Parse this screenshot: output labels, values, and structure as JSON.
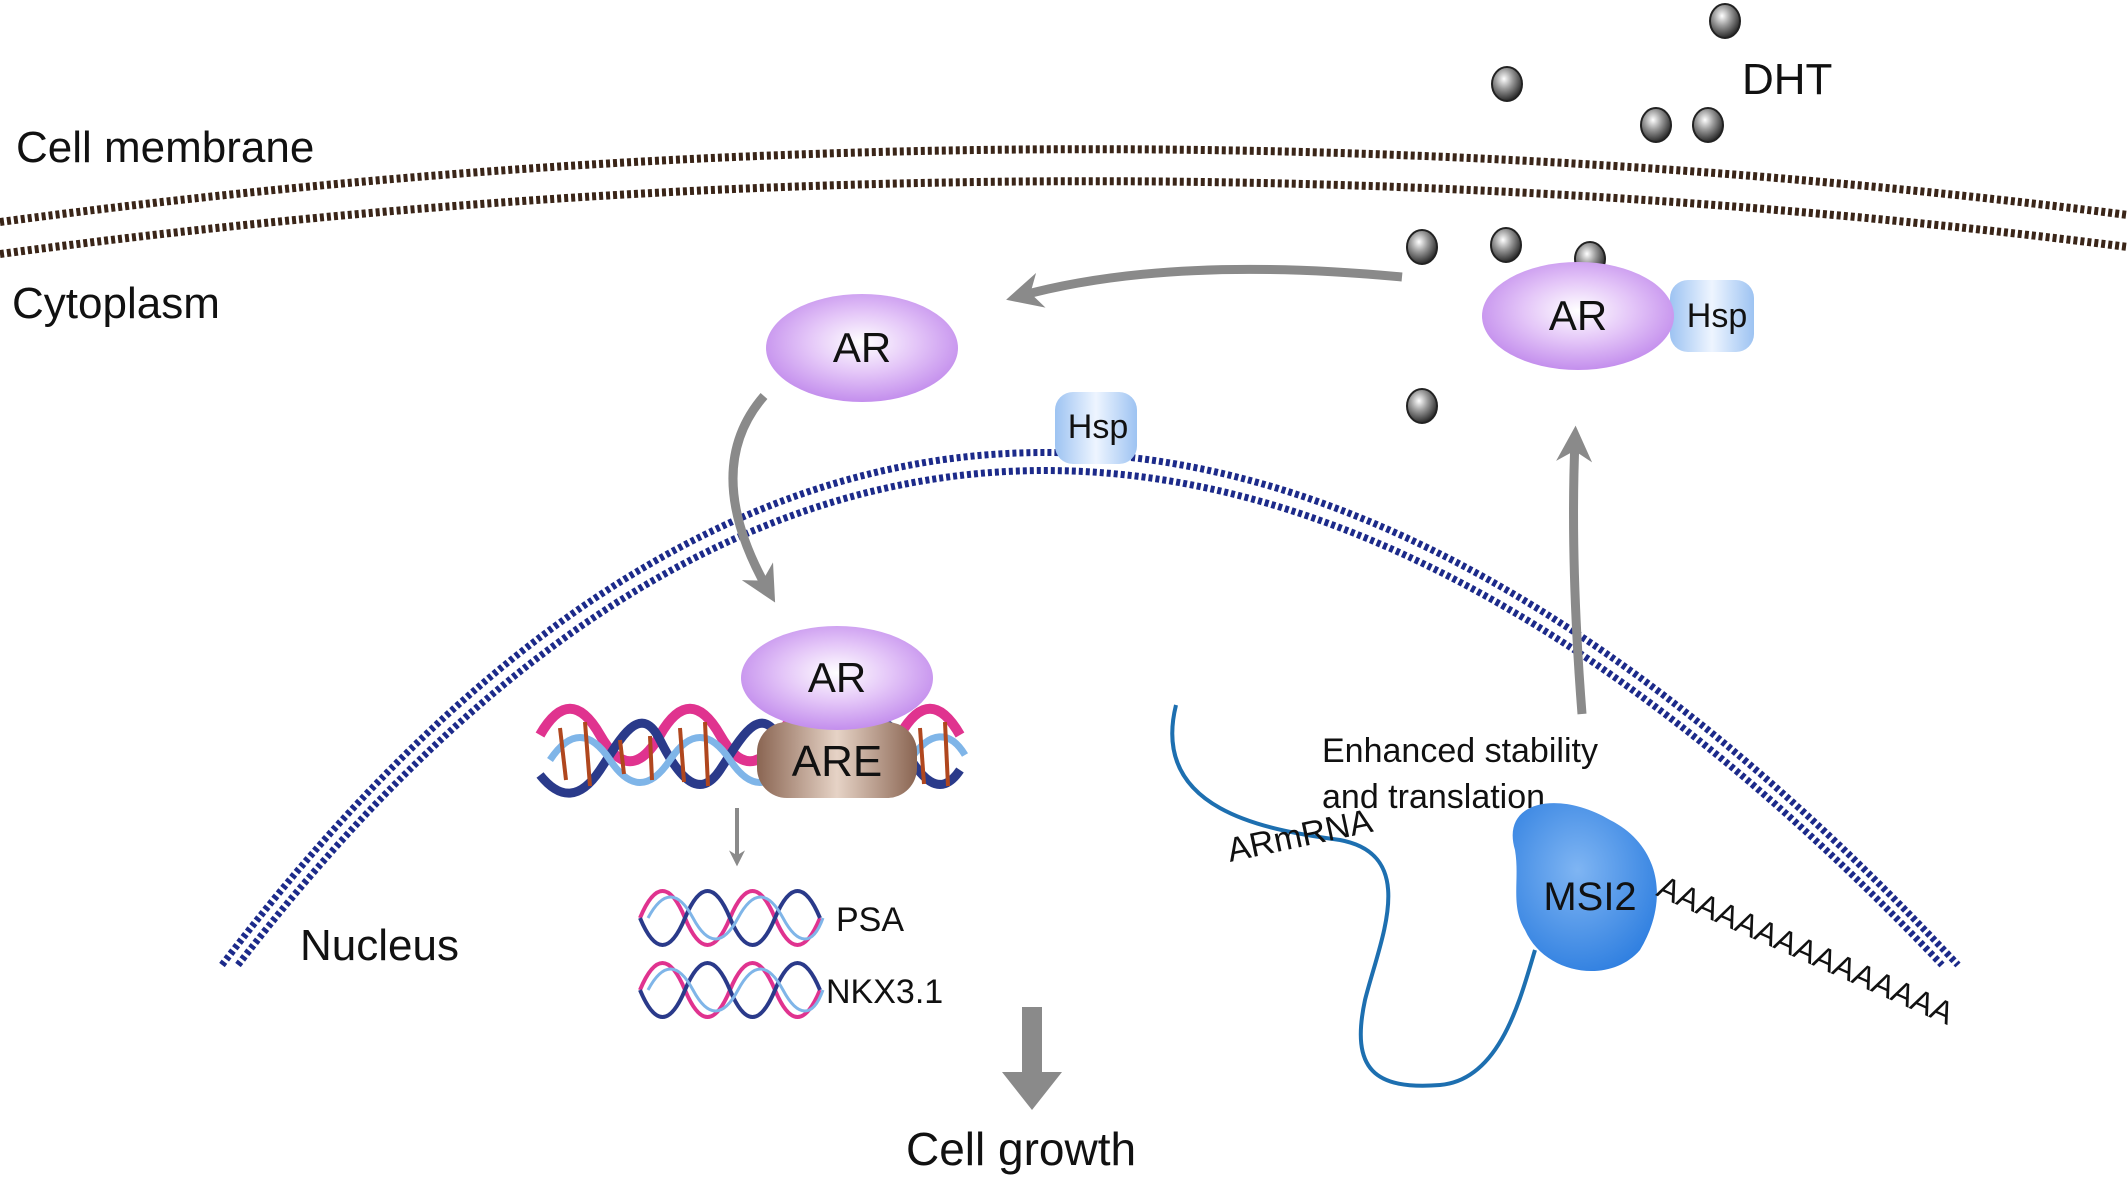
{
  "labels": {
    "cell_membrane": "Cell membrane",
    "cytoplasm": "Cytoplasm",
    "dht": "DHT",
    "nucleus": "Nucleus",
    "cell_growth": "Cell growth",
    "enhanced_line1": "Enhanced stability",
    "enhanced_line2": "and translation",
    "psa": "PSA",
    "nkx": "NKX3.1",
    "ar_mrna": "ARmRNA",
    "poly_a": "AAAAAAAAAAAAAAA"
  },
  "proteins": {
    "ar": "AR",
    "hsp": "Hsp",
    "are": "ARE",
    "msi2": "MSI2"
  },
  "colors": {
    "membrane": "#3a2518",
    "nucleus_envelope": "#1c2a8a",
    "ar_fill": "#c993ee",
    "hsp_fill": "#a9ccf5",
    "are_fill": "#a9826c",
    "msi2_fill": "#3f8ee6",
    "arrow": "#8a8a8a",
    "mrna": "#1d6fb0"
  }
}
